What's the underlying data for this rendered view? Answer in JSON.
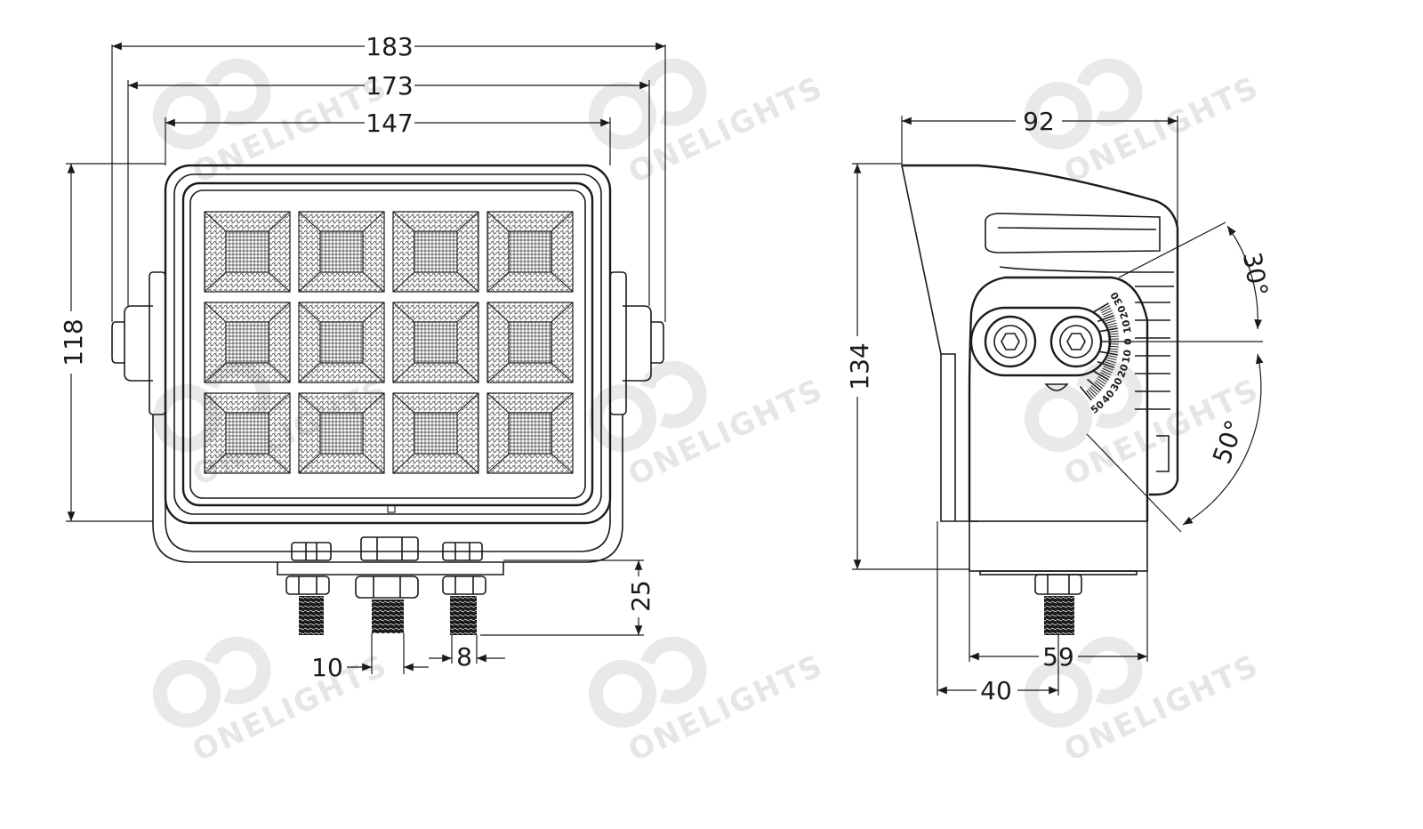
{
  "watermark": {
    "brand": "ONELIGHTS"
  },
  "front_view": {
    "dimensions": {
      "overall_width": "183",
      "bracket_width": "173",
      "lens_width": "147",
      "height": "118",
      "stud_length": "25",
      "center_stud_dia": "10",
      "side_stud_dia": "8"
    },
    "led_grid": {
      "rows": 3,
      "cols": 4
    }
  },
  "side_view": {
    "dimensions": {
      "depth": "92",
      "height": "134",
      "base_width": "59",
      "stud_offset": "40"
    },
    "tilt_angles": {
      "up": "30°",
      "down": "50°"
    },
    "tilt_scale_labels": [
      "30",
      "20",
      "10",
      "0",
      "10",
      "20",
      "30",
      "40",
      "50"
    ]
  }
}
